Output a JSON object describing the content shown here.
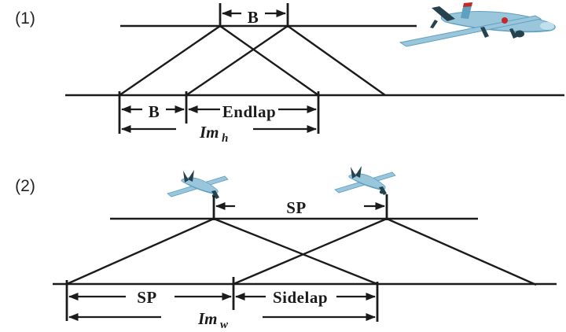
{
  "figure": {
    "background": "#ffffff",
    "ink_color": "#1b1b1b",
    "uav_colors": {
      "body": "#9ac6dc",
      "shade": "#5f9fc0",
      "dark": "#26424f",
      "accent": "#c22a2a"
    },
    "panel1": {
      "index_label": "(1)",
      "air_base_top_label": "B",
      "air_base_ground_label": "B",
      "overlap_label": "Endlap",
      "image_dim_label": {
        "main": "Im",
        "sub": "h"
      }
    },
    "panel2": {
      "index_label": "(2)",
      "spacing_top_label": "SP",
      "spacing_ground_label": "SP",
      "overlap_label": "Sidelap",
      "image_dim_label": {
        "main": "Im",
        "sub": "w"
      }
    }
  }
}
